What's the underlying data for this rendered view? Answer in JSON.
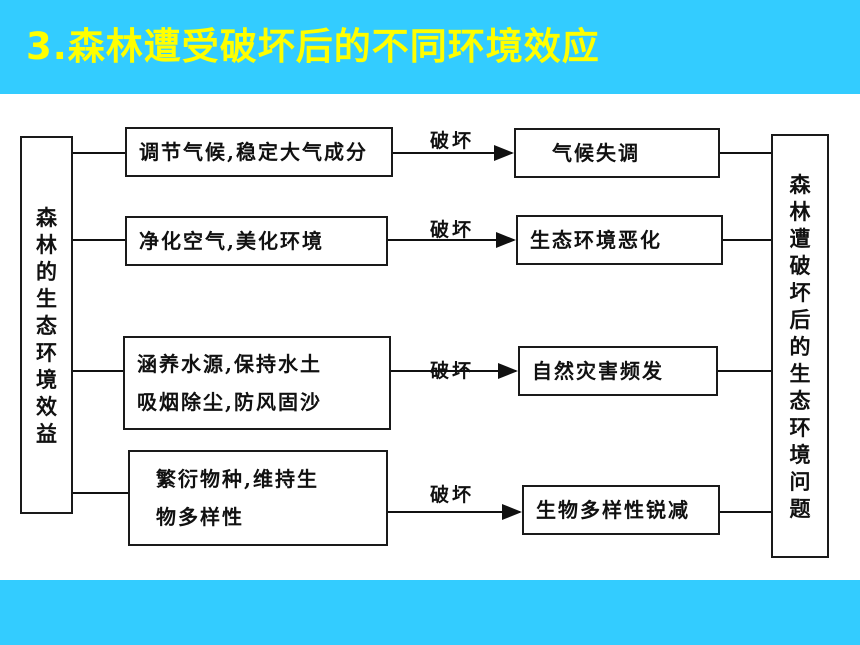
{
  "slide": {
    "title": "3.森林遭受破坏后的不同环境效应",
    "colors": {
      "band": "#33ccff",
      "title": "#ffff00"
    }
  },
  "diagram": {
    "left_label": "森林的生态环境效益",
    "right_label": "森林遭破坏后的生态环境问题",
    "rows": [
      {
        "benefit": [
          "调节气候,稳定大气成分"
        ],
        "arrow_label": "破坏",
        "result": "气候失调"
      },
      {
        "benefit": [
          "净化空气,美化环境"
        ],
        "arrow_label": "破坏",
        "result": "生态环境恶化"
      },
      {
        "benefit": [
          "涵养水源,保持水土",
          "吸烟除尘,防风固沙"
        ],
        "arrow_label": "破坏",
        "result": "自然灾害频发"
      },
      {
        "benefit": [
          "繁衍物种,维持生",
          "物多样性"
        ],
        "arrow_label": "破坏",
        "result": "生物多样性锐减"
      }
    ]
  }
}
